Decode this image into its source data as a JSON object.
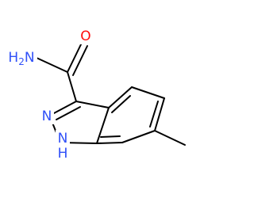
{
  "molecule": {
    "atoms": {
      "amide_nitrogen": "H2N",
      "carbonyl_oxygen": "O",
      "ring_nitrogen_2": "N",
      "ring_nitrogen_1": "N",
      "ring_nh_hydrogen": "H"
    },
    "colors": {
      "bond": "#000000",
      "nitrogen": "#3050f8",
      "oxygen": "#ff0d0d",
      "text_dark": "#000000"
    }
  }
}
